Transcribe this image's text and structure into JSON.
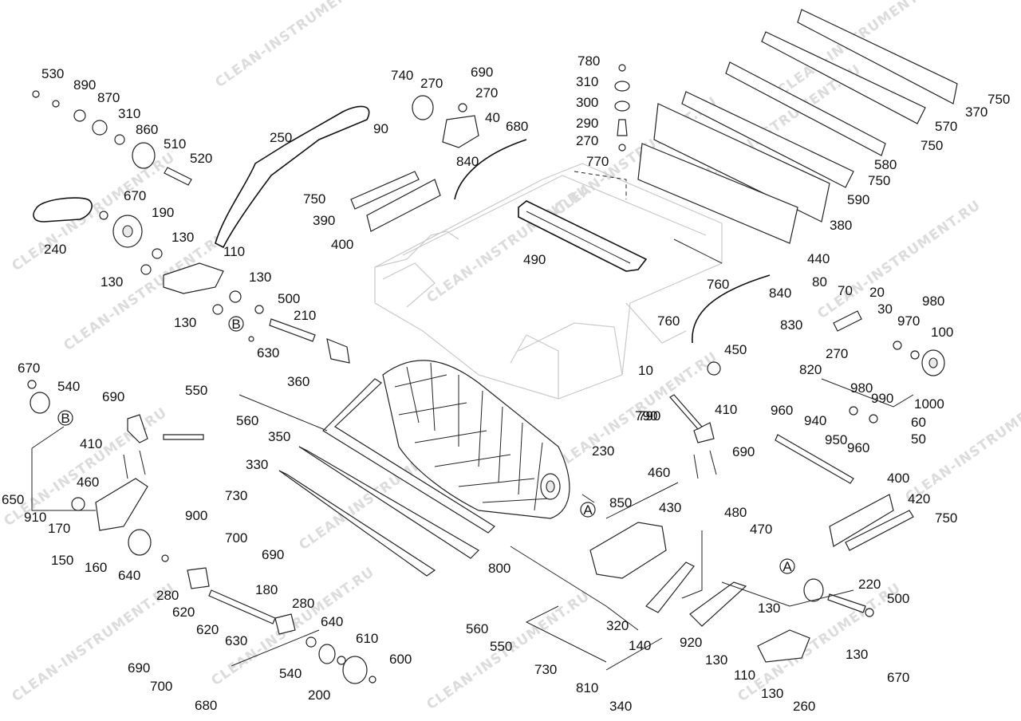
{
  "diagram": {
    "watermark": "CLEAN-INSTRUMENT.RU",
    "callouts": [
      "A",
      "B"
    ],
    "part_numbers": [
      "530",
      "890",
      "870",
      "310",
      "860",
      "510",
      "520",
      "740",
      "270",
      "690",
      "270",
      "40",
      "680",
      "90",
      "250",
      "840",
      "750",
      "390",
      "400",
      "780",
      "310",
      "300",
      "290",
      "270",
      "770",
      "490",
      "240",
      "670",
      "190",
      "130",
      "110",
      "130",
      "130",
      "500",
      "210",
      "130",
      "630",
      "370",
      "750",
      "570",
      "750",
      "580",
      "750",
      "590",
      "380",
      "440",
      "760",
      "840",
      "760",
      "10",
      "80",
      "70",
      "20",
      "30",
      "980",
      "970",
      "830",
      "100",
      "270",
      "820",
      "450",
      "670",
      "540",
      "690",
      "550",
      "360",
      "560",
      "790",
      "410",
      "350",
      "330",
      "230",
      "460",
      "730",
      "650",
      "910",
      "170",
      "150",
      "160",
      "640",
      "900",
      "700",
      "690",
      "280",
      "180",
      "620",
      "280",
      "620",
      "630",
      "640",
      "610",
      "600",
      "690",
      "700",
      "540",
      "200",
      "680",
      "790",
      "410",
      "690",
      "460",
      "960",
      "940",
      "950",
      "960",
      "980",
      "990",
      "1000",
      "60",
      "50",
      "400",
      "420",
      "750",
      "850",
      "430",
      "480",
      "470",
      "800",
      "220",
      "500",
      "320",
      "560",
      "550",
      "140",
      "920",
      "130",
      "130",
      "110",
      "130",
      "730",
      "810",
      "340",
      "130",
      "670",
      "260"
    ]
  }
}
